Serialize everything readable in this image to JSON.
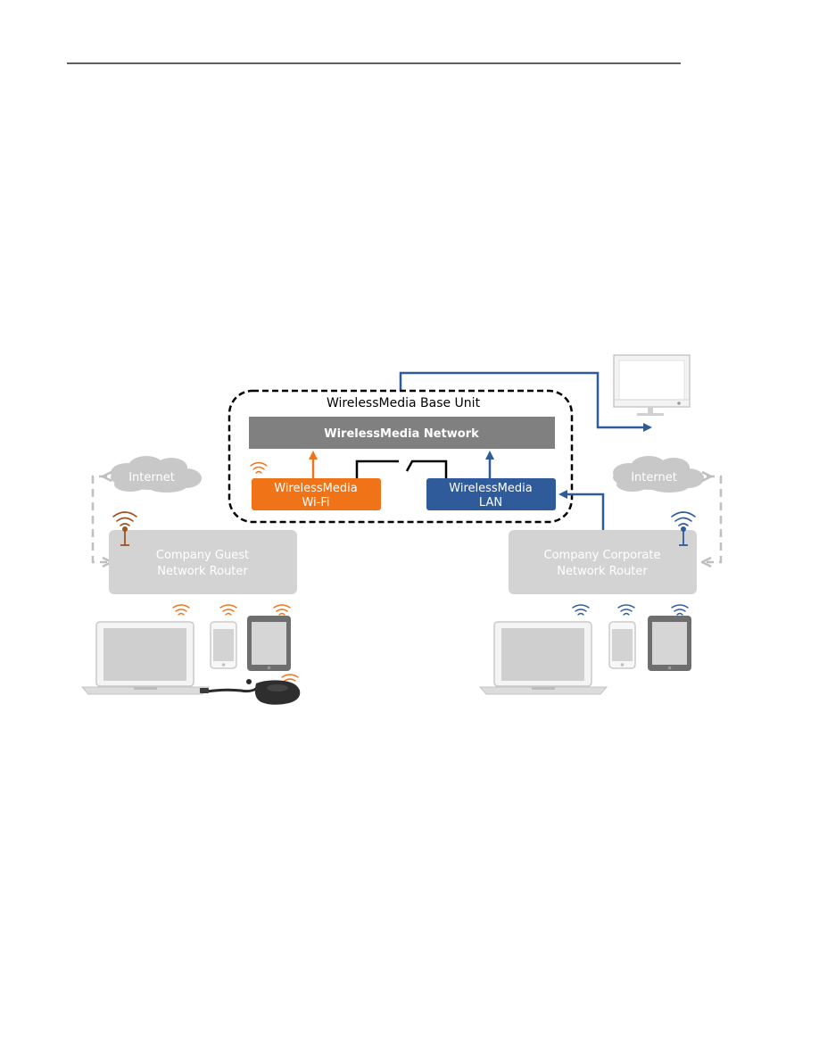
{
  "base_unit": {
    "title": "WirelessMedia Base Unit",
    "network_label": "WirelessMedia Network",
    "wifi_block": {
      "line1": "WirelessMedia",
      "line2": "Wi-Fi"
    },
    "lan_block": {
      "line1": "WirelessMedia",
      "line2": "LAN"
    }
  },
  "left_side": {
    "cloud_label": "Internet",
    "router": {
      "line1": "Company Guest",
      "line2": "Network Router"
    }
  },
  "right_side": {
    "cloud_label": "Internet",
    "router": {
      "line1": "Company Corporate",
      "line2": "Network Router"
    }
  },
  "colors": {
    "guest_accent": "#f07318",
    "corporate_accent": "#2f5b9a",
    "router_box": "#d3d3d3",
    "network_box": "#808080",
    "cloud": "#c8c8c8",
    "dashed_link": "#bfbfbf"
  },
  "icons": {
    "wifi": "wifi-icon",
    "antenna": "antenna-icon",
    "laptop": "laptop-icon",
    "phone": "phone-icon",
    "tablet": "tablet-icon",
    "button_dongle": "button-dongle-icon",
    "display": "display-icon"
  }
}
